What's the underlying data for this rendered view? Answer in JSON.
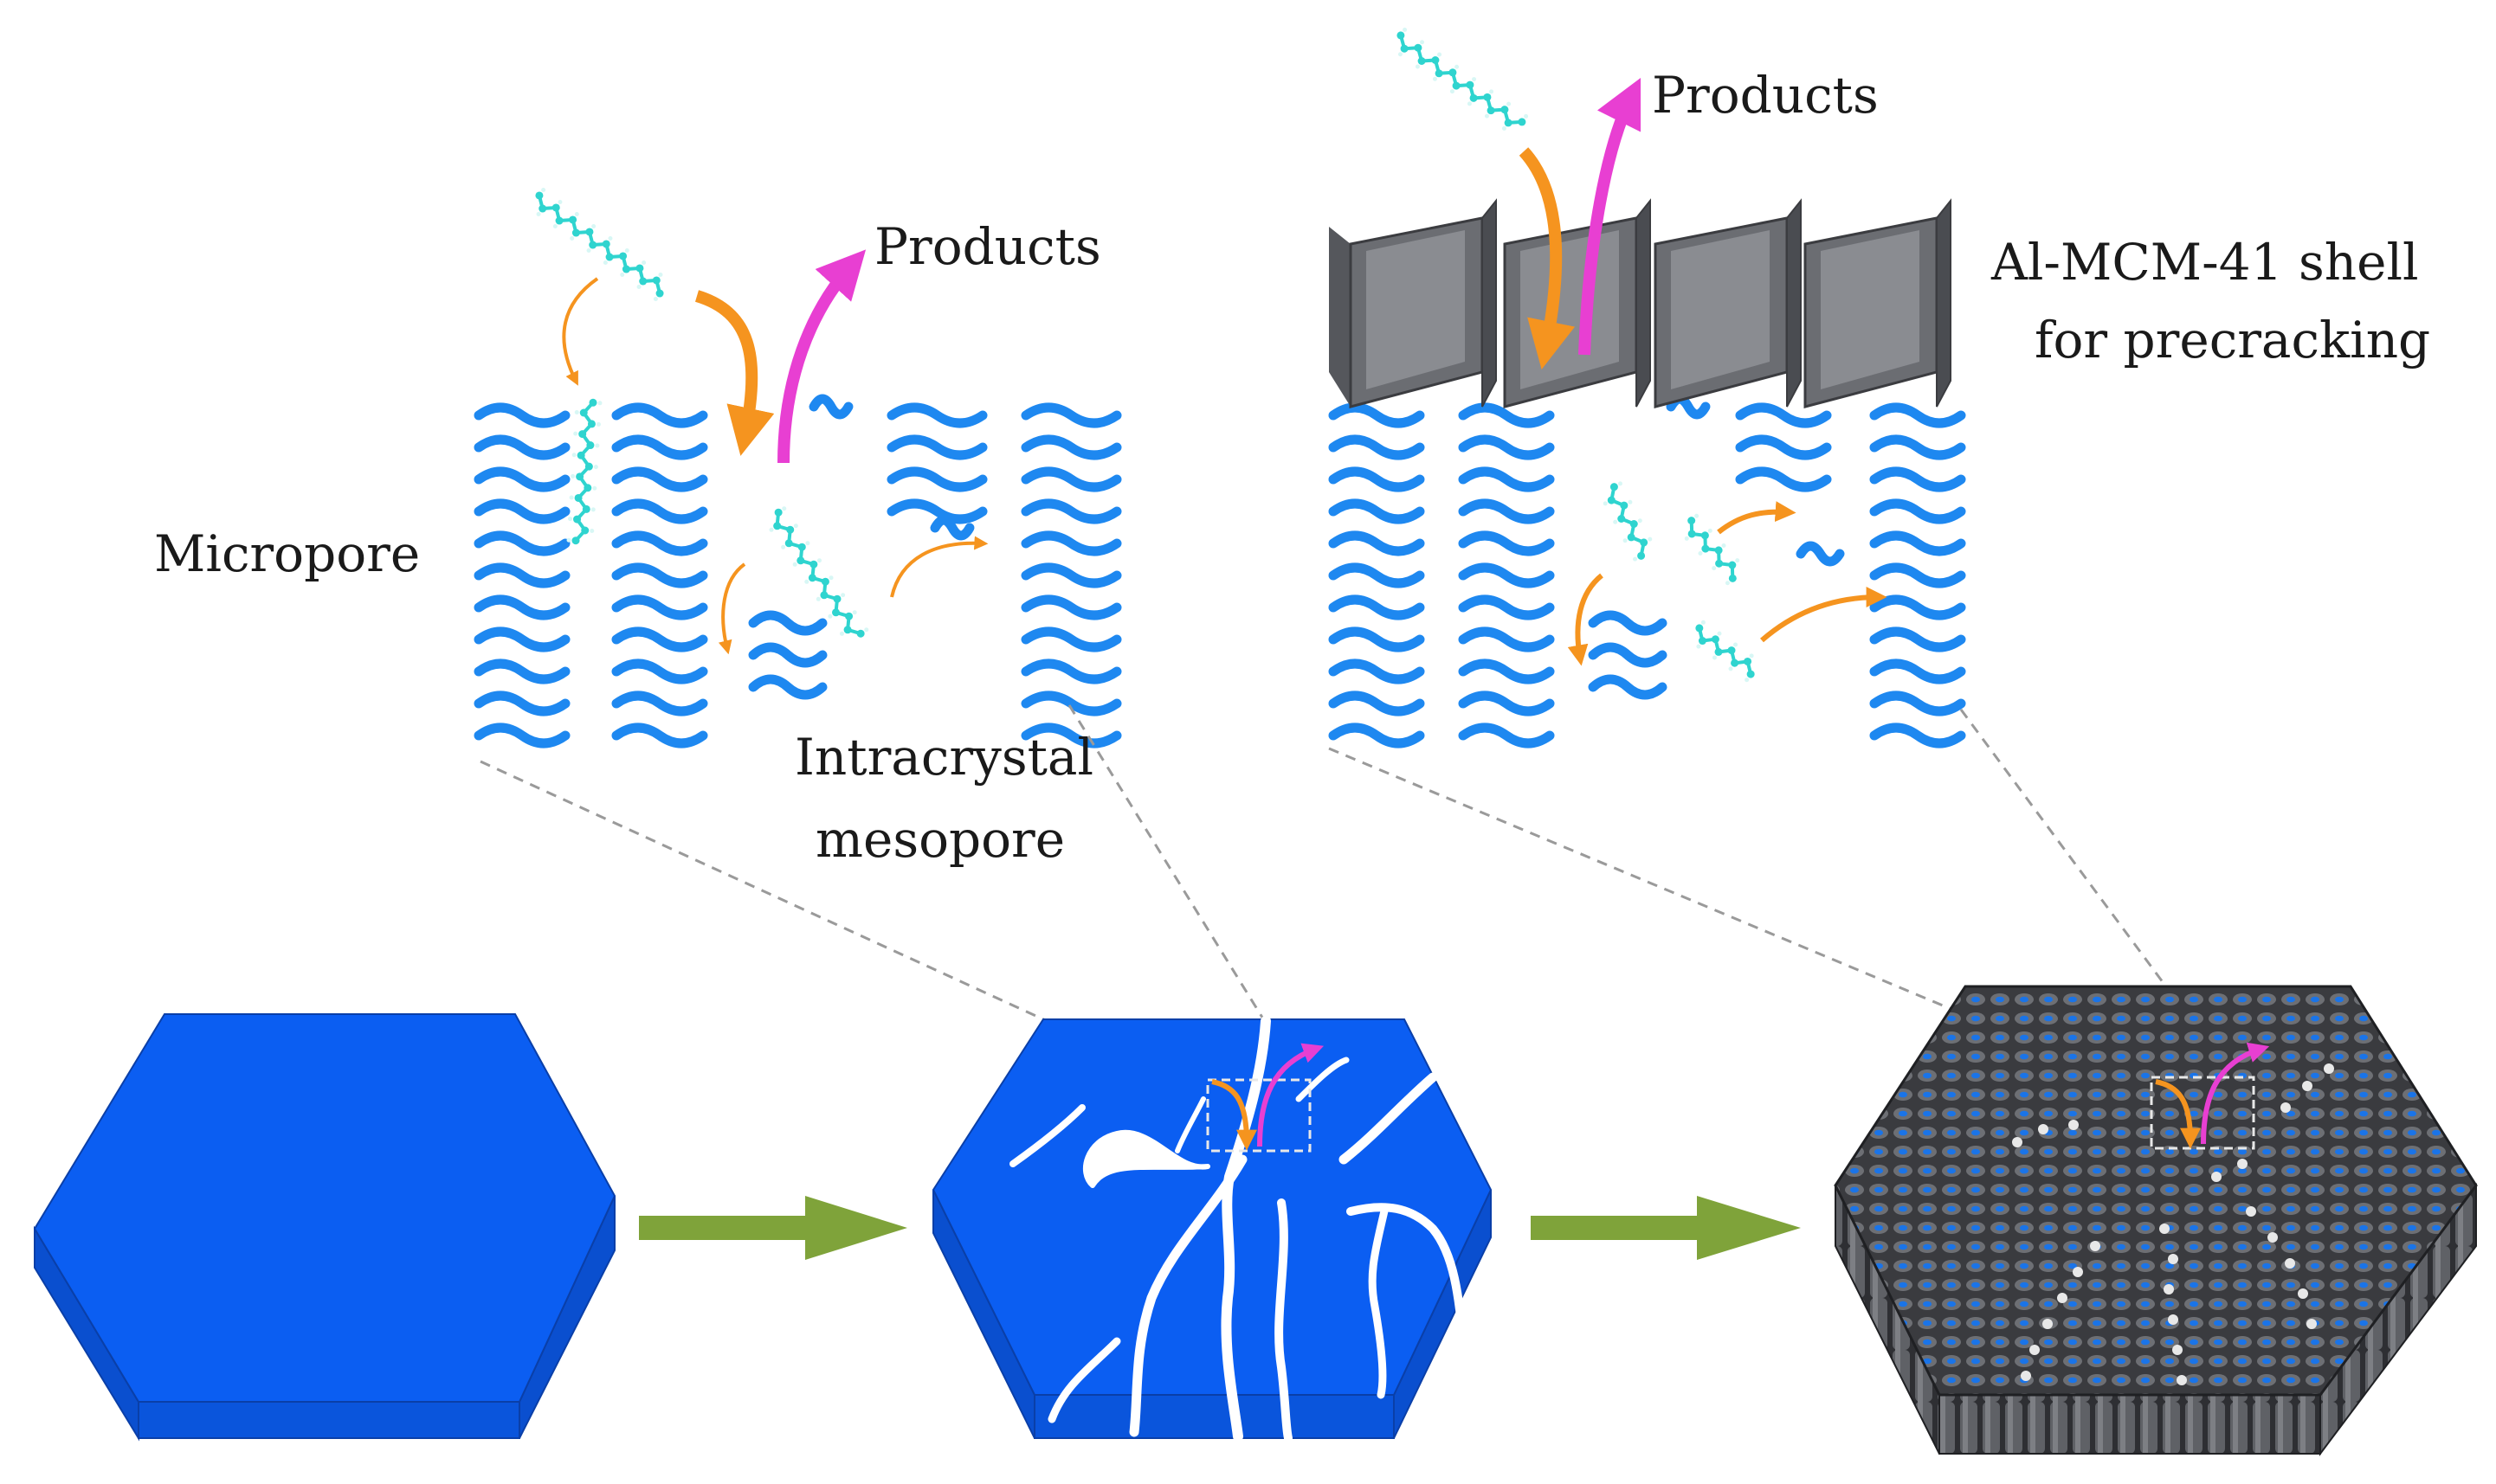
{
  "labels": {
    "products_left": "Products",
    "products_right": "Products",
    "micropore": "Micropore",
    "intracrystal_line1": "Intracrystal",
    "intracrystal_line2": "mesopore",
    "shell_line1": "Al-MCM-41 shell",
    "shell_line2": "for precracking"
  },
  "colors": {
    "crystal_blue": "#0b5ef2",
    "crystal_side": "#0a52d6",
    "wave_blue": "#1e88f0",
    "molecule_cyan": "#2fd4cf",
    "reactant_arrow": "#f5941f",
    "product_arrow": "#e83fd2",
    "process_arrow": "#7fa33a",
    "shell_gray": "#6b6d72",
    "shell_dark": "#3b3c40",
    "dashed_line": "#999999"
  },
  "icons": [
    "molecule-icon",
    "reactant-arrow-icon",
    "product-arrow-icon",
    "process-arrow-icon"
  ]
}
